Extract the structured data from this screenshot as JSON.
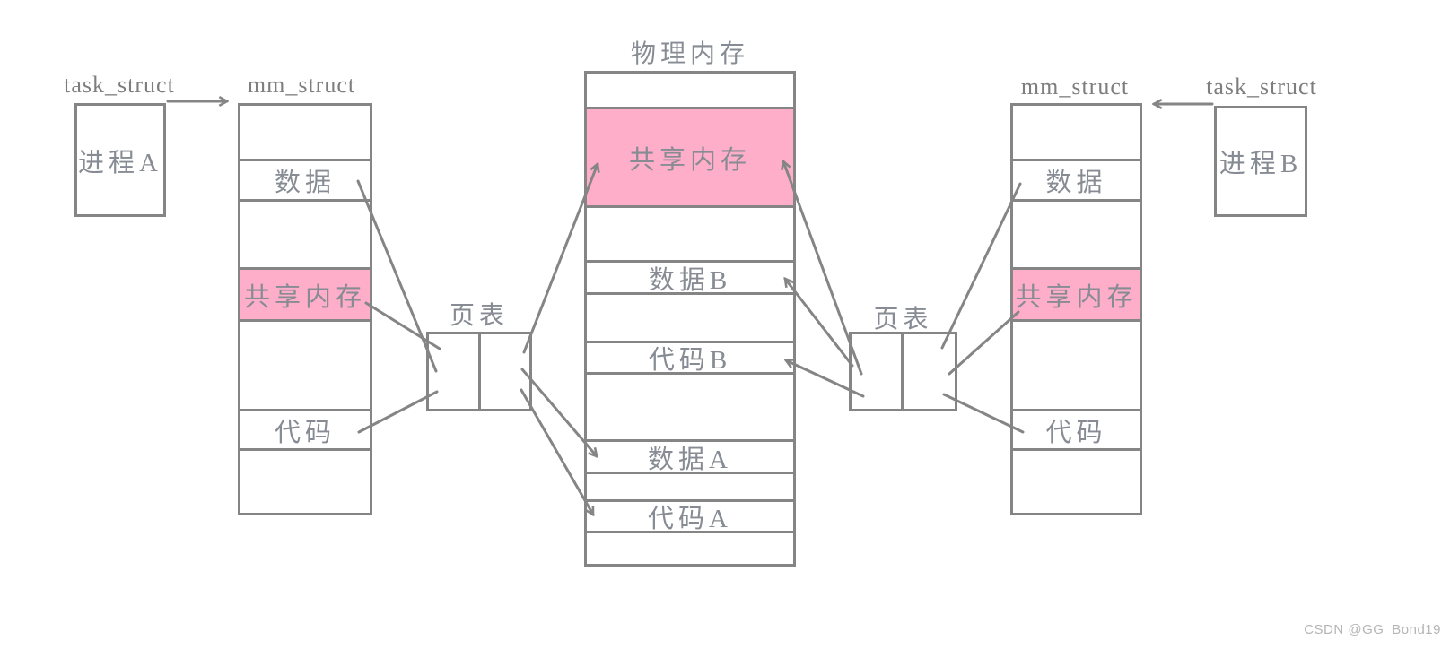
{
  "diagram": {
    "physical_memory": {
      "title": "物理内存",
      "cells": [
        {
          "label": ""
        },
        {
          "label": "共享内存",
          "highlight": true
        },
        {
          "label": ""
        },
        {
          "label": "数据B"
        },
        {
          "label": ""
        },
        {
          "label": "代码B"
        },
        {
          "label": ""
        },
        {
          "label": "数据A"
        },
        {
          "label": ""
        },
        {
          "label": "代码A"
        },
        {
          "label": ""
        }
      ]
    },
    "process_a": {
      "task_struct_label": "task_struct",
      "process_name": "进程A",
      "mm_struct_label": "mm_struct",
      "page_table_label": "页表",
      "mm_cells": [
        {
          "label": ""
        },
        {
          "label": "数据"
        },
        {
          "label": ""
        },
        {
          "label": "共享内存",
          "highlight": true
        },
        {
          "label": ""
        },
        {
          "label": "代码"
        },
        {
          "label": ""
        }
      ]
    },
    "process_b": {
      "task_struct_label": "task_struct",
      "process_name": "进程B",
      "mm_struct_label": "mm_struct",
      "page_table_label": "页表",
      "mm_cells": [
        {
          "label": ""
        },
        {
          "label": "数据"
        },
        {
          "label": ""
        },
        {
          "label": "共享内存",
          "highlight": true
        },
        {
          "label": ""
        },
        {
          "label": "代码"
        },
        {
          "label": ""
        }
      ]
    },
    "watermark": "CSDN @GG_Bond19",
    "colors": {
      "highlight_pink": "#ffaec9",
      "line_gray": "#858585"
    }
  }
}
